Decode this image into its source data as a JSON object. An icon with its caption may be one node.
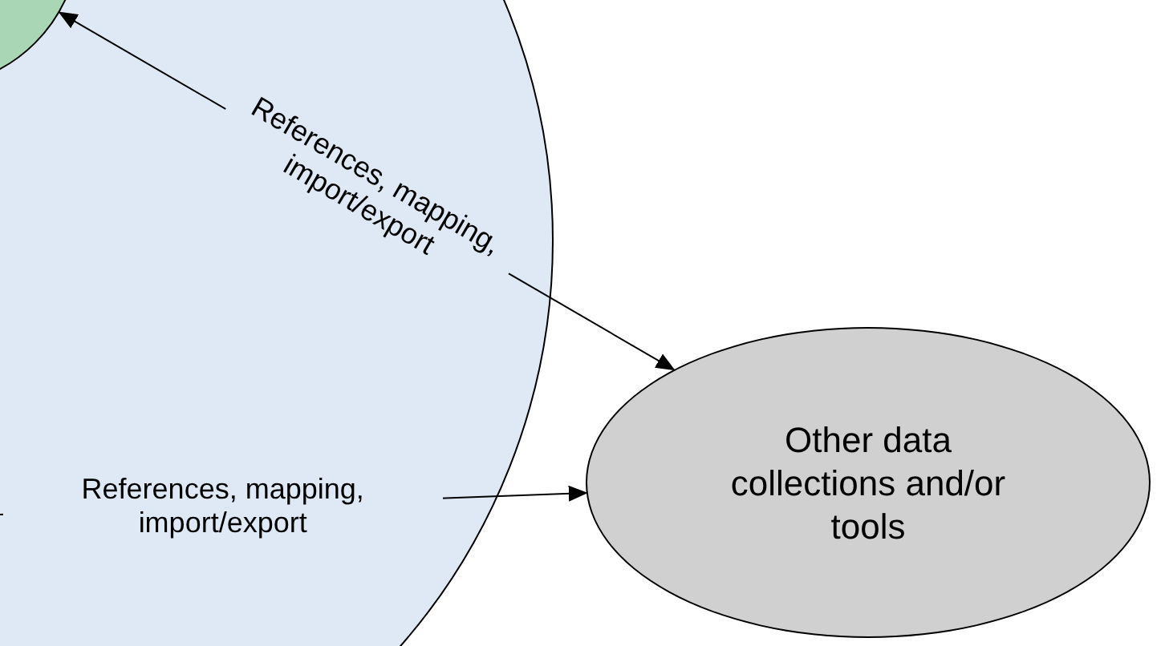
{
  "diagram": {
    "nodes": [
      {
        "text": [],
        "shape": "circle"
      },
      {
        "text": [],
        "shape": "circle",
        "in": 0
      },
      {
        "text": [
          "Other data collections and/or tools"
        ]
      }
    ],
    "edges": [
      {
        "from": 1,
        "to": 2,
        "arrow": "both",
        "label": "References, mapping, import/export"
      },
      {
        "from": null,
        "to": 2,
        "arrow": "to",
        "label": "References, mapping, import/export"
      }
    ]
  }
}
